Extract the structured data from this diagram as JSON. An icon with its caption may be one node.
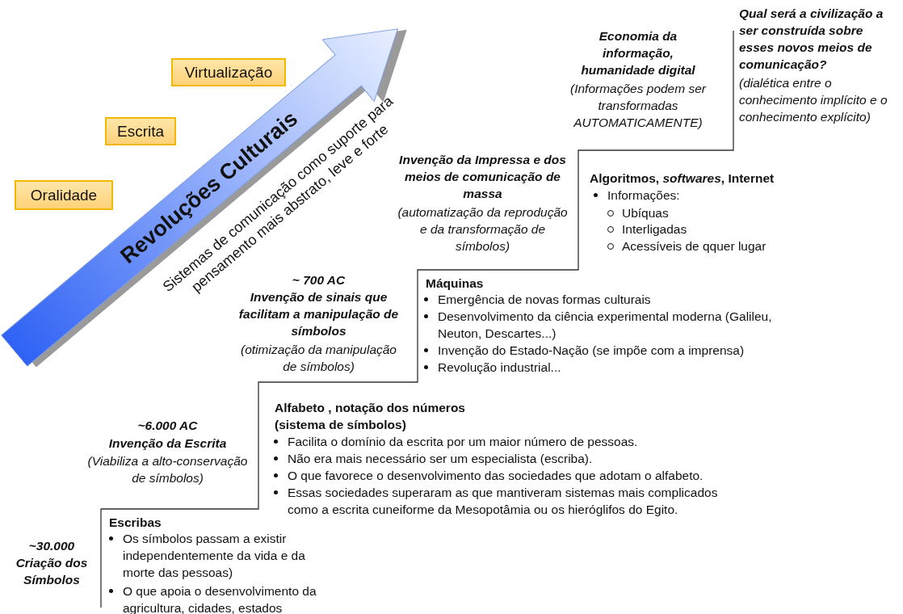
{
  "diagram": {
    "nodes": [
      {
        "text": [
          "Oralidade"
        ]
      },
      {
        "text": [
          "Escrita"
        ]
      },
      {
        "text": [
          "Virtualização"
        ]
      },
      {
        "text": [
          "Revoluções Culturais"
        ],
        "beside": [
          "Sistemas de comunicação como suporte para pensamento mais abstrato, leve e forte"
        ]
      }
    ],
    "labels": [
      "Economia da informação, humanidade digital",
      "(Informações podem ser transformadas AUTOMATICAMENTE)",
      "Qual será a civilização a ser construída sobre esses novos meios de comunicação?",
      "(dialética entre o conhecimento implícito e o conhecimento explícito)",
      "Invenção da Impressa e dos meios de comunicação de massa",
      "(automatização da reprodução e da transformação de símbolos)",
      "Algoritmos, *softwares*, Internet",
      "Informações:",
      "Ubíquas",
      "Interligadas",
      "Acessíveis de qquer lugar",
      "~ 700 AC",
      "Invenção de sinais que facilitam a manipulação de símbolos",
      "(otimização da manipulação de símbolos)",
      "Máquinas",
      "Emergência de novas formas culturais",
      "Desenvolvimento da ciência experimental moderna (Galileu, Neuton, Descartes...)",
      "Invenção do Estado-Nação (se impõe com a imprensa)",
      "Revolução industrial...",
      "Alfabeto , notação dos números (sistema de símbolos)",
      "~6.000 AC",
      "Invenção da Escrita",
      "(Viabiliza a alto-conservação de símbolos)",
      "Facilita o domínio da escrita por um maior número de pessoas.",
      "Não era mais necessário ser um especialista (escriba).",
      "O que favorece o desenvolvimento das sociedades que adotam o alfabeto.",
      "Essas sociedades superaram as que mantiveram sistemas mais complicados como a escrita cuneiforme da Mesopotâmia ou os hieróglifos do Egito.",
      "~30.000",
      "Criação dos Símbolos",
      "Escribas",
      "Os símbolos passam a existir independentemente da vida e da morte das pessoas)",
      "O que apoia o desenvolvimento da agricultura, cidades, estados"
    ]
  }
}
